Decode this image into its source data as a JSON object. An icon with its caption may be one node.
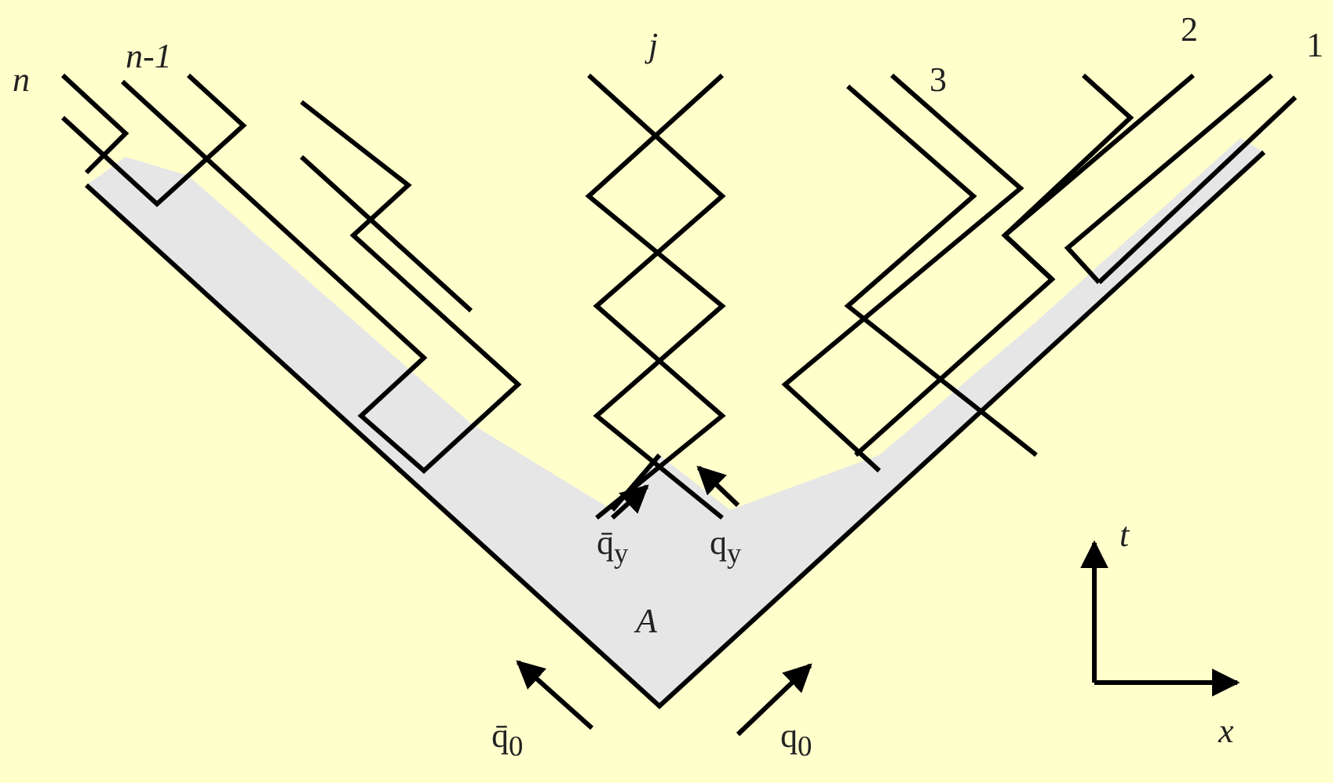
{
  "diagram": {
    "labels": [
      "n",
      "n-1",
      "j",
      "3",
      "2",
      "1",
      "q̄$_{y}$",
      "q$_{y}$",
      "A",
      "q̄$_{0}$",
      "q$_{0}$",
      "t",
      "x"
    ]
  }
}
